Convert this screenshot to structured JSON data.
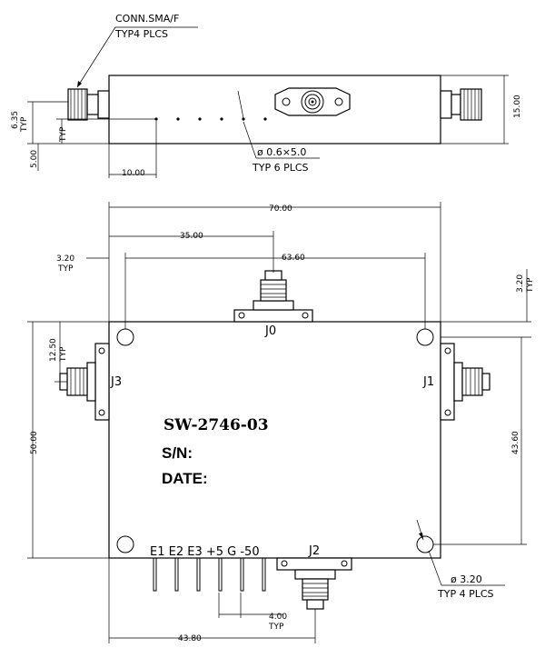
{
  "top_view": {
    "connector_note_line1": "CONN.SMA/F",
    "connector_note_line2": "TYP4 PLCS",
    "dim_6_35": "6.35",
    "dim_typ_a": "TYP",
    "dim_typ_b": "TYP",
    "dim_5_00": "5.00",
    "dim_10_00": "10.00",
    "dim_15_00": "15.00",
    "hole_note_line1": "ø  0.6×5.0",
    "hole_note_line2": "TYP 6 PLCS"
  },
  "front_view": {
    "dim_70_00": "70.00",
    "dim_35_00": "35.00",
    "dim_63_60": "63.60",
    "dim_3_20_left": "3.20",
    "dim_typ_left": "TYP",
    "dim_3_20_right": "3.20",
    "dim_typ_right": "TYP",
    "dim_12_50": "12.50",
    "dim_typ_1250": "TYP",
    "dim_50_00": "50.00",
    "dim_43_60": "43.60",
    "dim_4_00": "4.00",
    "dim_typ_400": "TYP",
    "dim_43_80": "43.80",
    "mount_note_line1": "ø  3.20",
    "mount_note_line2": "TYP  4 PLCS",
    "port_j0": "J0",
    "port_j1": "J1",
    "port_j2": "J2",
    "port_j3": "J3",
    "model": "SW-2746-03",
    "serial_label": "S/N:",
    "date_label": "DATE:",
    "pin_labels": "E1 E2 E3 +5  G -50"
  }
}
